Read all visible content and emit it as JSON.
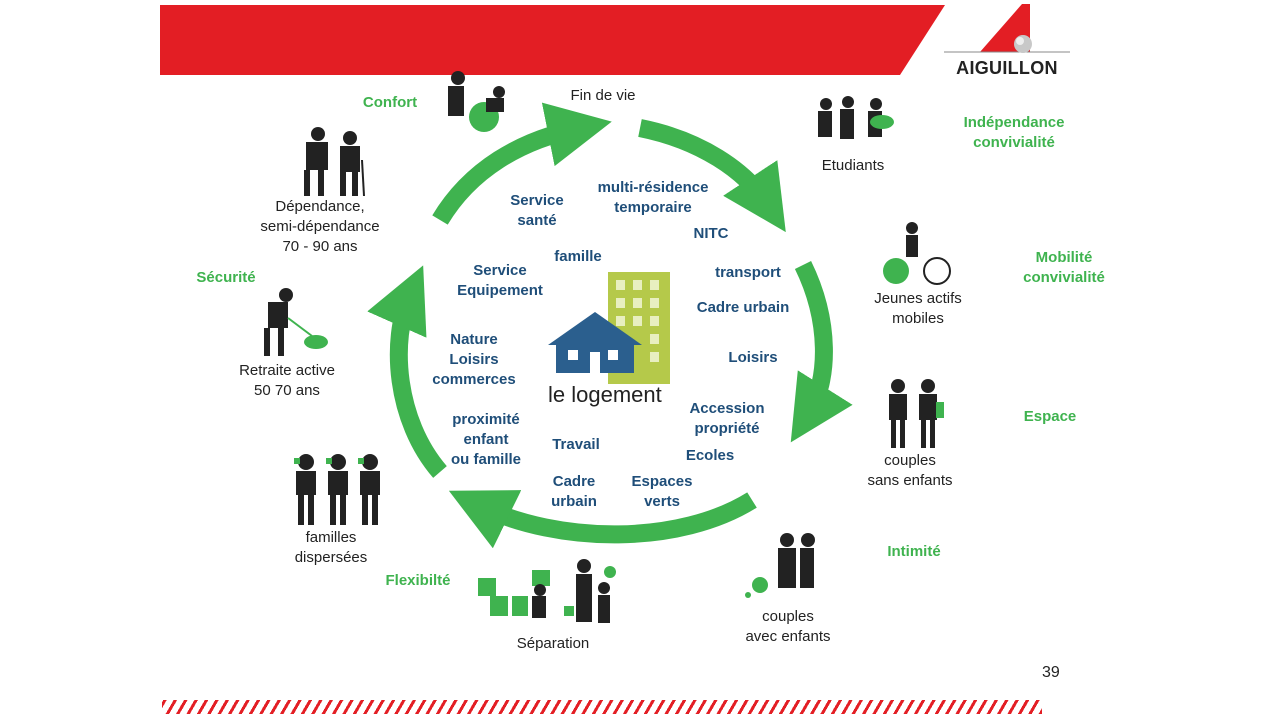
{
  "header": {
    "brand_text": "AIGUILLON",
    "banner_color": "#e31e24"
  },
  "center": {
    "label": "le logement"
  },
  "stages": {
    "fin_de_vie": "Fin de vie",
    "etudiants": "Etudiants",
    "jeunes_actifs": "Jeunes actifs\nmobiles",
    "couples_sans": "couples\nsans enfants",
    "couples_avec": "couples\navec enfants",
    "separation": "Séparation",
    "familles": "familles\ndispersées",
    "retraite": "Retraite active\n50  70 ans",
    "dependance": "Dépendance,\nsemi-dépendance\n70 - 90 ans"
  },
  "values": {
    "confort": "Confort",
    "independance": "Indépendance\nconvivialité",
    "mobilite": "Mobilité\nconvivialité",
    "espace": "Espace",
    "intimite": "Intimité",
    "flexibilite": "Flexibilté",
    "securite": "Sécurité"
  },
  "needs": {
    "service_sante": "Service\nsanté",
    "multi_residence": "multi-résidence\ntemporaire",
    "nitc": "NITC",
    "famille": "famille",
    "transport": "transport",
    "service_equipement": "Service\nEquipement",
    "cadre_urbain_r": "Cadre urbain",
    "loisirs": "Loisirs",
    "nature": "Nature\nLoisirs\ncommerces",
    "accession": "Accession\npropriété",
    "ecoles": "Ecoles",
    "proximite": "proximité\nenfant\nou famille",
    "travail": "Travail",
    "cadre_urbain_b": "Cadre\nurbain",
    "espaces_verts": "Espaces\nverts"
  },
  "page_number": "39",
  "colors": {
    "green": "#3fb34f",
    "blue": "#1f4e79",
    "red": "#e31e24",
    "building_green": "#b5c94a",
    "house_blue": "#2b5f8e"
  }
}
